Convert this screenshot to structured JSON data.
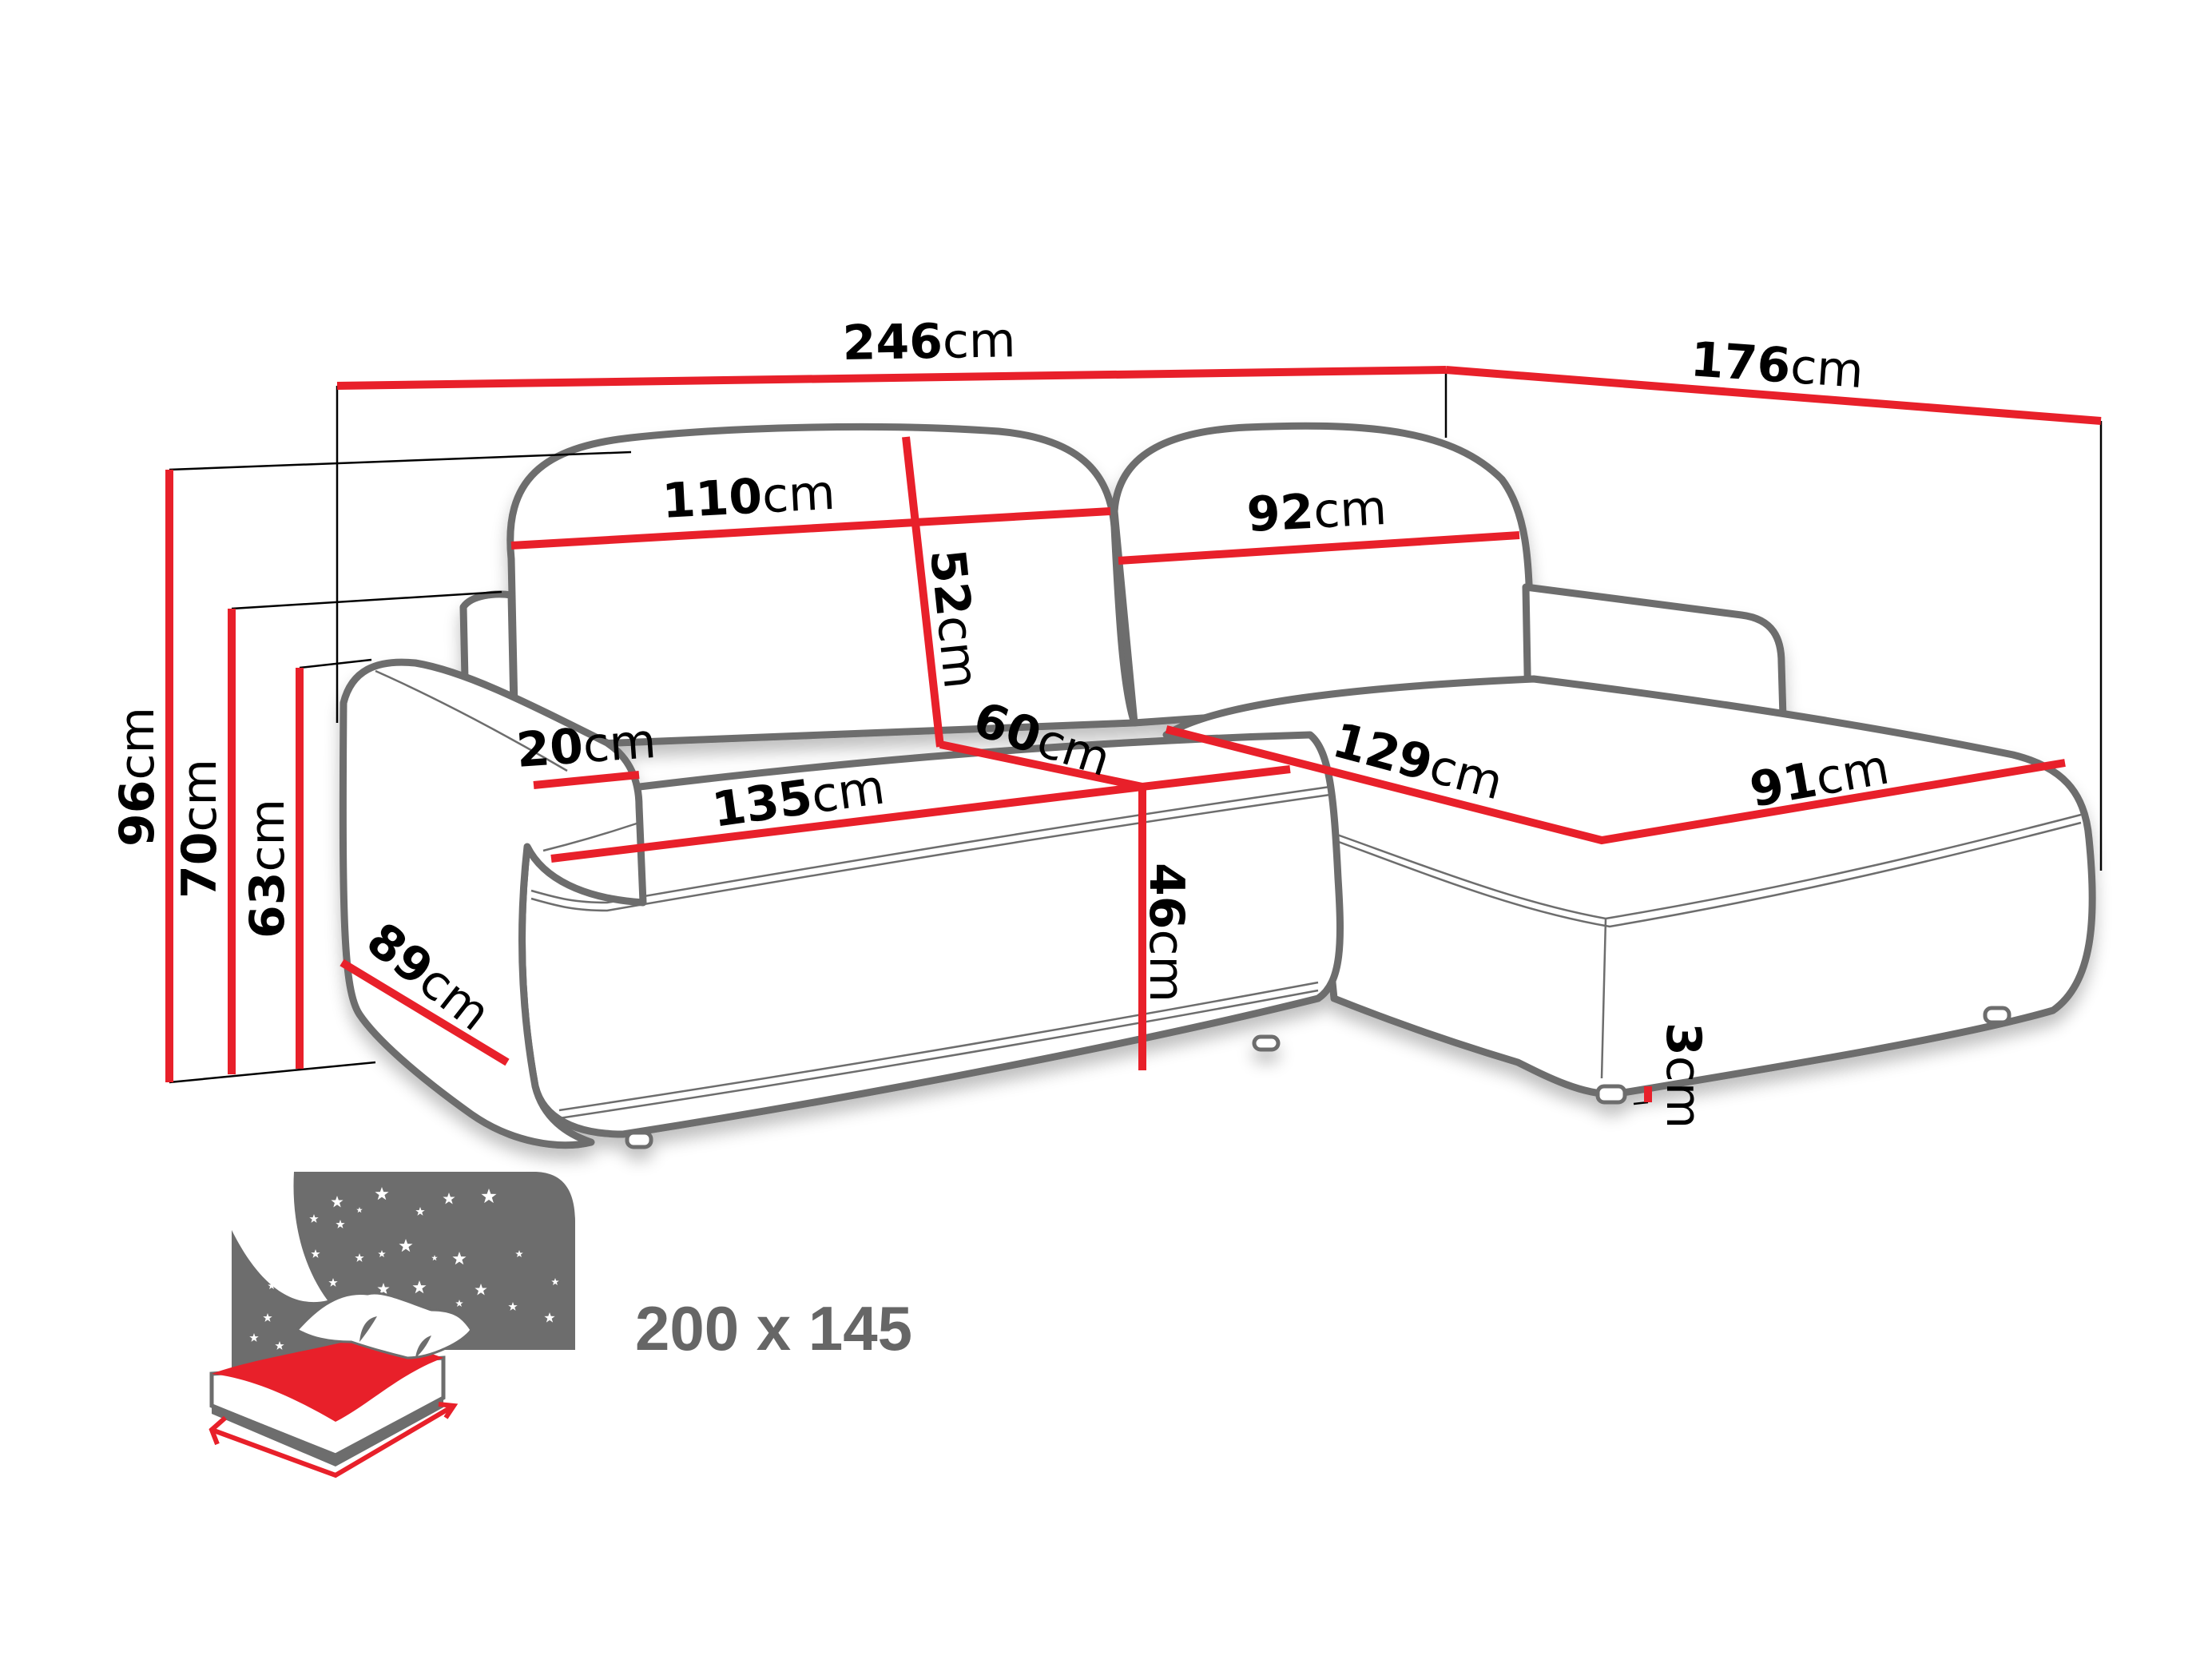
{
  "colors": {
    "accent": "#e8202a",
    "outline": "#6d6d6d",
    "text": "#000000",
    "bed_panel": "#6d6d6d",
    "bed_label": "#666666"
  },
  "dimensions": {
    "overall_width": {
      "value": "246",
      "unit": "cm"
    },
    "chaise_depth": {
      "value": "176",
      "unit": "cm"
    },
    "left_back_width": {
      "value": "110",
      "unit": "cm"
    },
    "right_back_width": {
      "value": "92",
      "unit": "cm"
    },
    "back_height": {
      "value": "52",
      "unit": "cm"
    },
    "seat_depth": {
      "value": "60",
      "unit": "cm"
    },
    "armrest_width": {
      "value": "20",
      "unit": "cm"
    },
    "seat_width": {
      "value": "135",
      "unit": "cm"
    },
    "chaise_length": {
      "value": "129",
      "unit": "cm"
    },
    "chaise_width": {
      "value": "91",
      "unit": "cm"
    },
    "seat_height": {
      "value": "46",
      "unit": "cm"
    },
    "total_height": {
      "value": "96",
      "unit": "cm"
    },
    "armrest_height": {
      "value": "70",
      "unit": "cm"
    },
    "armrest_height_front": {
      "value": "63",
      "unit": "cm"
    },
    "side_depth": {
      "value": "89",
      "unit": "cm"
    },
    "leg_height": {
      "value": "3",
      "unit": "cm"
    }
  },
  "sleeping_area": {
    "icon": "bed-night-stars-icon",
    "label": "200 x 145"
  }
}
